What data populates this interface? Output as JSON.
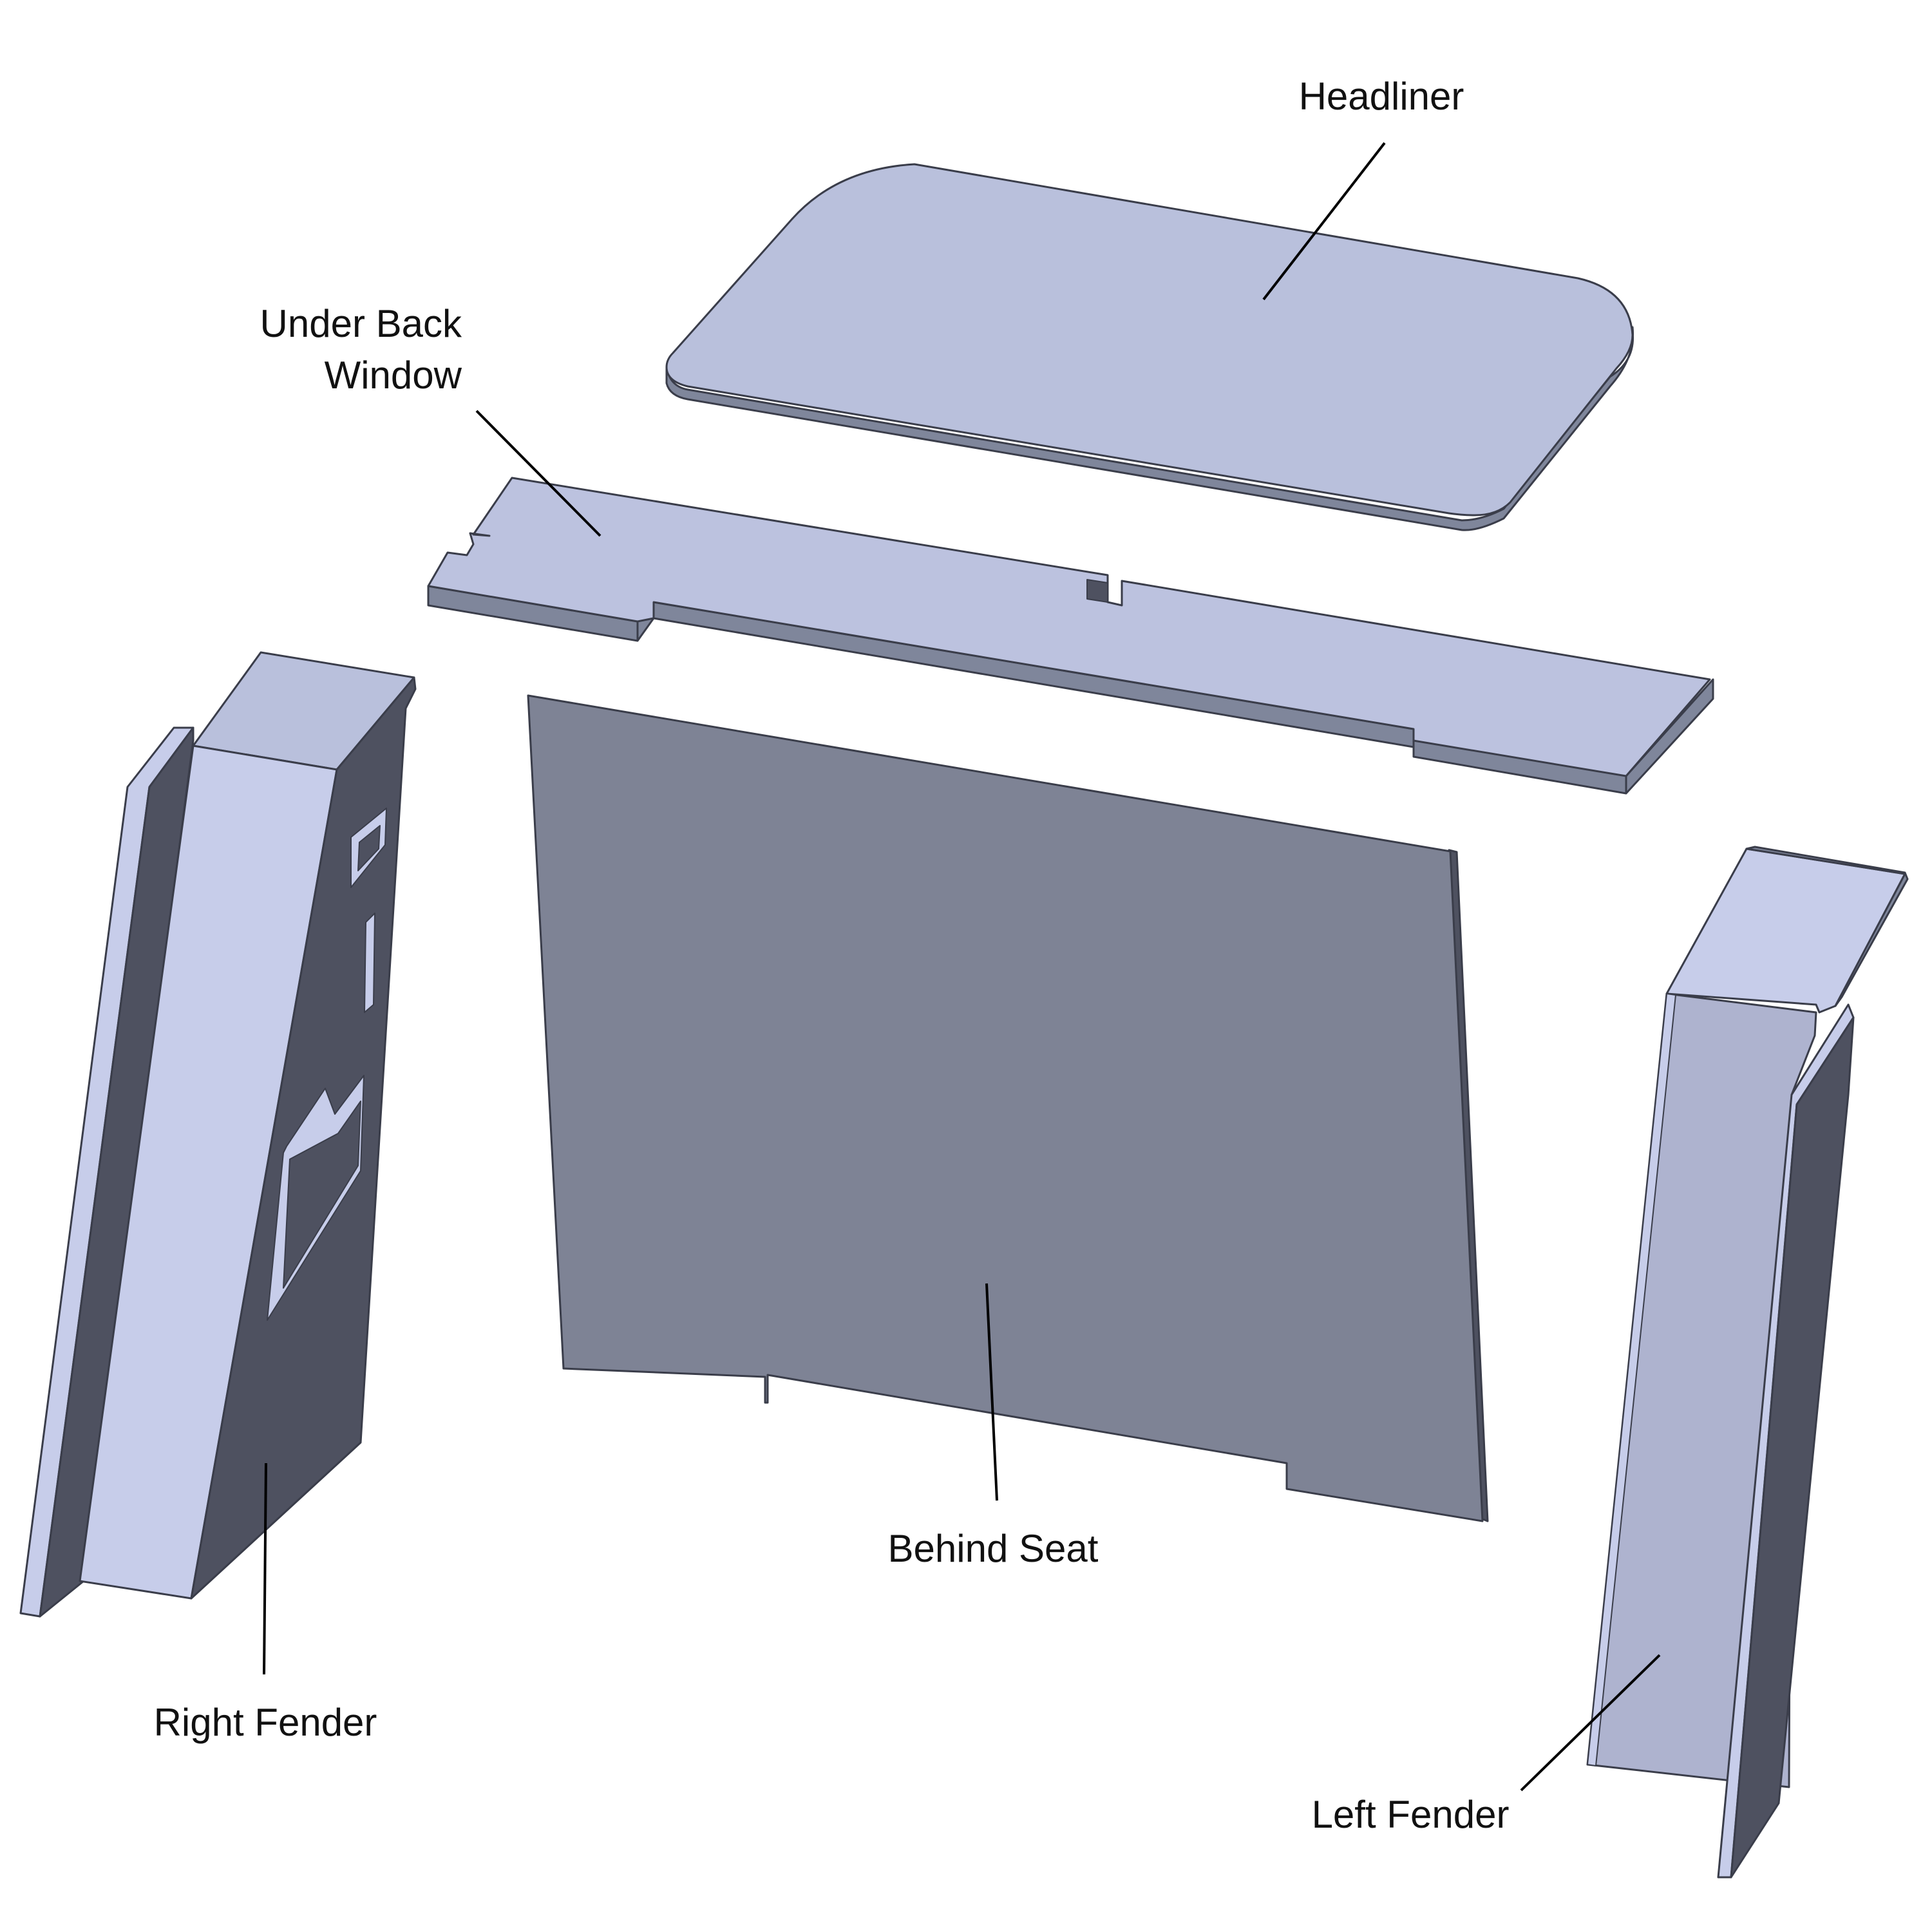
{
  "parts": {
    "headliner": {
      "label": "Headliner"
    },
    "under_back_window": {
      "label_line1": "Under Back",
      "label_line2": "Window"
    },
    "behind_seat": {
      "label": "Behind Seat"
    },
    "right_fender": {
      "label": "Right Fender"
    },
    "left_fender": {
      "label": "Left Fender"
    }
  },
  "colors": {
    "light_face": "#b9c0dc",
    "lighter_face": "#c7cdea",
    "side_face": "#7f869b",
    "dark_face": "#4e5160",
    "panel_gray": "#7e8395",
    "left_fender_face": "#aeb3cf"
  }
}
